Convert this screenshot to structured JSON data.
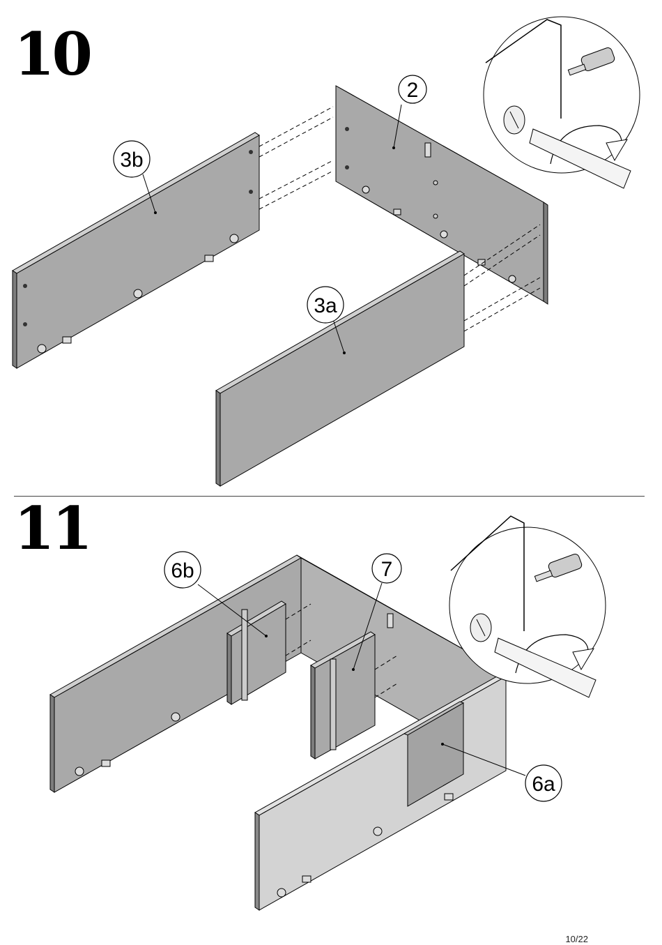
{
  "steps": [
    {
      "number": "10",
      "parts": {
        "back": "2",
        "side_left": "3b",
        "side_front": "3a"
      }
    },
    {
      "number": "11",
      "parts": {
        "left": "6b",
        "middle": "7",
        "right": "6a"
      }
    }
  ],
  "page": "10/22",
  "colors": {
    "panel": "#a6a6a6",
    "panel_light": "#c9c9c9",
    "edge": "#4a4a4a",
    "line": "#000000"
  },
  "icons": [
    "screwdriver-icon",
    "cam-lock-icon",
    "rotation-arrow-icon",
    "dowel-icon"
  ]
}
